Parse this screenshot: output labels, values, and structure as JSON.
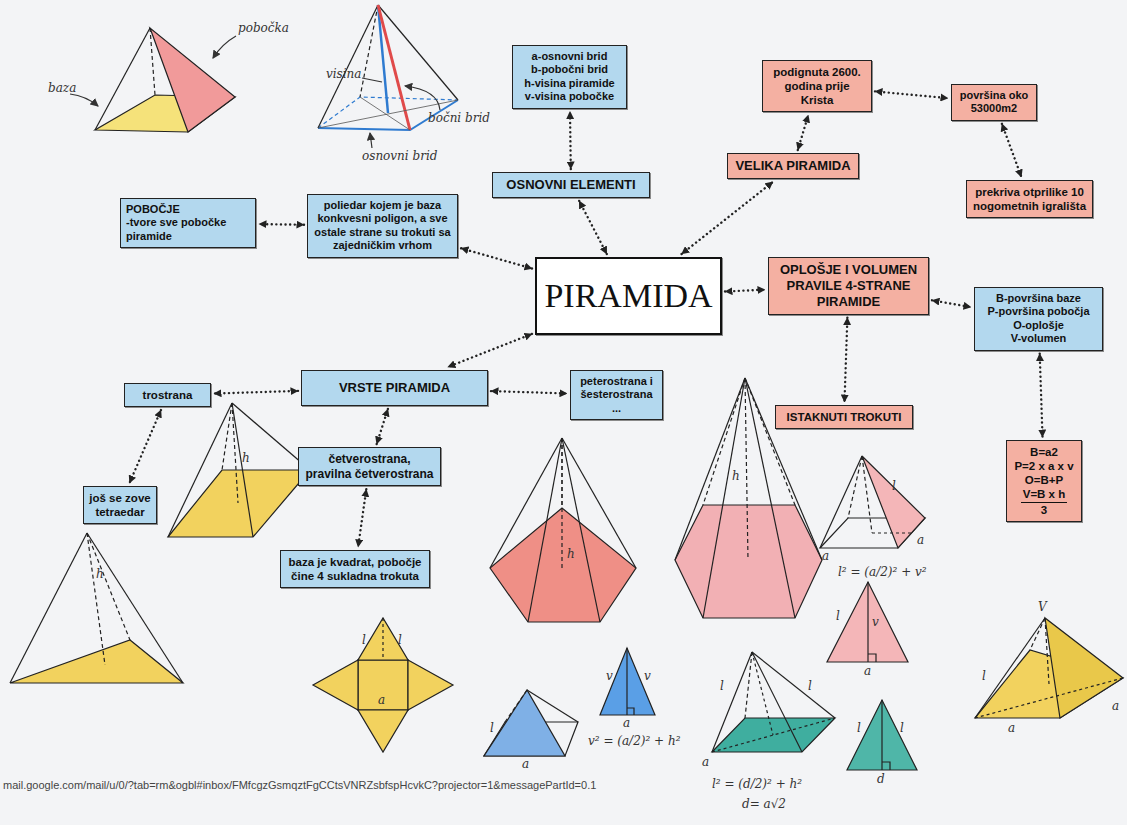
{
  "diagram": {
    "nodes": [
      {
        "text": [
          "a-osnovni brid",
          "b-pobočni brid",
          "h-visina piramide",
          "v-visina pobočke"
        ]
      },
      {
        "text": [
          "podignuta 2600. godina prije Krista"
        ]
      },
      {
        "text": [
          "površina oko 53000m2"
        ]
      },
      {
        "text": [
          "VELIKA PIRAMIDA"
        ]
      },
      {
        "text": [
          "OSNOVNI ELEMENTI"
        ]
      },
      {
        "text": [
          "POBOČJE",
          "-tvore sve pobočke piramide"
        ]
      },
      {
        "text": [
          "poliedar kojem je baza konkvesni poligon, a sve ostale strane su trokuti sa zajedničkim vrhom"
        ]
      },
      {
        "text": [
          "prekriva otprilike 10 nogometnih igrališta"
        ]
      },
      {
        "text": [
          "PIRAMIDA"
        ]
      },
      {
        "text": [
          "OPLOŠJE I VOLUMEN PRAVILE 4-STRANE PIRAMIDE"
        ]
      },
      {
        "text": [
          "B-površina baze",
          "P-površina pobočja",
          "O-oplošje",
          "V-volumen"
        ]
      },
      {
        "text": [
          "trostrana"
        ]
      },
      {
        "text": [
          "VRSTE PIRAMIDA"
        ]
      },
      {
        "text": [
          "peterostrana i šesterostrana ..."
        ]
      },
      {
        "text": [
          "ISTAKNUTI TROKUTI"
        ]
      },
      {
        "text": [
          "četverostrana, pravilna četverostrana"
        ]
      },
      {
        "text": [
          "još se zove tetraedar"
        ]
      },
      {
        "text": [
          "B=a2",
          "P=2 x a x v",
          "O=B+P",
          "V=B x h",
          "3"
        ]
      },
      {
        "text": [
          "baza je kvadrat, pobočje čine 4 sukladna trokuta"
        ]
      }
    ],
    "edges": [
      {
        "from": 8,
        "to": 4,
        "arrow": "both"
      },
      {
        "from": 4,
        "to": 0,
        "arrow": "both"
      },
      {
        "from": 8,
        "to": 6,
        "arrow": "both"
      },
      {
        "from": 6,
        "to": 5,
        "arrow": "both"
      },
      {
        "from": 8,
        "to": 3,
        "arrow": "both"
      },
      {
        "from": 3,
        "to": 1,
        "arrow": "both"
      },
      {
        "from": 1,
        "to": 2,
        "arrow": "both"
      },
      {
        "from": 2,
        "to": 7,
        "arrow": "both"
      },
      {
        "from": 8,
        "to": 9,
        "arrow": "both"
      },
      {
        "from": 9,
        "to": 10,
        "arrow": "both"
      },
      {
        "from": 10,
        "to": 17,
        "arrow": "both"
      },
      {
        "from": 9,
        "to": 14,
        "arrow": "both"
      },
      {
        "from": 8,
        "to": 12,
        "arrow": "both"
      },
      {
        "from": 12,
        "to": 11,
        "arrow": "both"
      },
      {
        "from": 12,
        "to": 13,
        "arrow": "both"
      },
      {
        "from": 12,
        "to": 15,
        "arrow": "both"
      },
      {
        "from": 15,
        "to": 18,
        "arrow": "both"
      },
      {
        "from": 11,
        "to": 16,
        "arrow": "both"
      }
    ],
    "labels": [
      "baza",
      "pobočka",
      "visina",
      "bočni brid",
      "osnovni brid",
      "h",
      "h",
      "h",
      "h",
      "l",
      "l",
      "a",
      "v",
      "v",
      "a",
      "v² = (a/2)² + h²",
      "l",
      "a",
      "l",
      "l",
      "a",
      "l² = (d/2)² + h²",
      "d= a√2",
      "l",
      "a",
      "a",
      "l² = (a/2)² + v²",
      "l",
      "v",
      "a",
      "l",
      "l",
      "d",
      "V",
      "l",
      "a",
      "a",
      "mail.google.com/mail/u/0/?tab=rm&ogbl#inbox/FMfcgzGsmqztFgCCtsVNRZsbfspHcvkC?projector=1&messagePartId=0.1"
    ]
  }
}
